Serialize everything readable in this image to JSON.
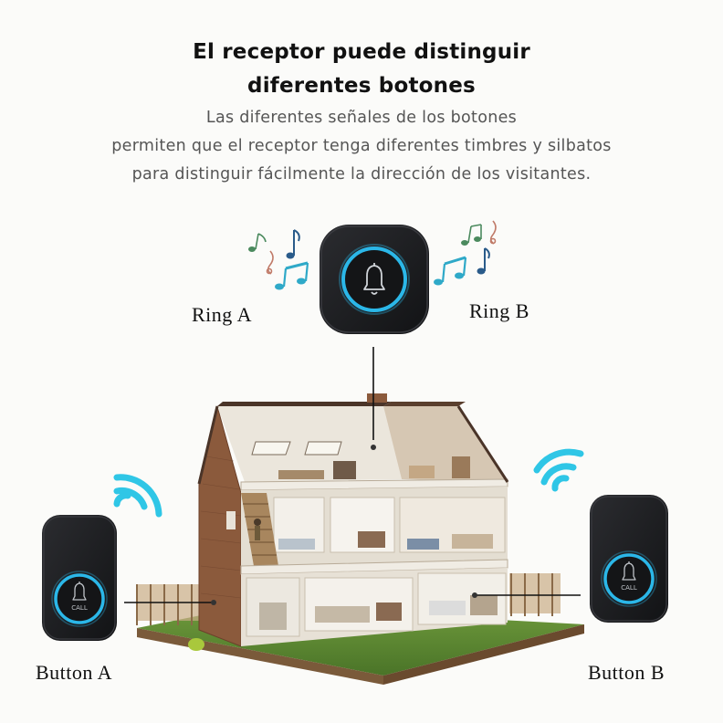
{
  "heading": {
    "line1": "El receptor puede distinguir",
    "line2": "diferentes botones"
  },
  "description": {
    "line1": "Las diferentes señales de los botones",
    "line2": "permiten que el receptor tenga diferentes timbres y silbatos",
    "line3": "para distinguir fácilmente la dirección de los visitantes."
  },
  "labels": {
    "ring_a": "Ring  A",
    "ring_b": "Ring  B",
    "button_a": "Button  A",
    "button_b": "Button  B",
    "call": "CALL"
  },
  "icons": {
    "receiver": "bell-icon",
    "notes_left": "music-notes-icon",
    "notes_right": "music-notes-icon",
    "signal_left": "wireless-signal-icon",
    "signal_right": "wireless-signal-icon"
  },
  "colors": {
    "device_body": "#1c1d20",
    "ring_glow": "#2bb7e8",
    "note_teal": "#3a9fb5",
    "signal_cyan": "#2fc6e6"
  }
}
